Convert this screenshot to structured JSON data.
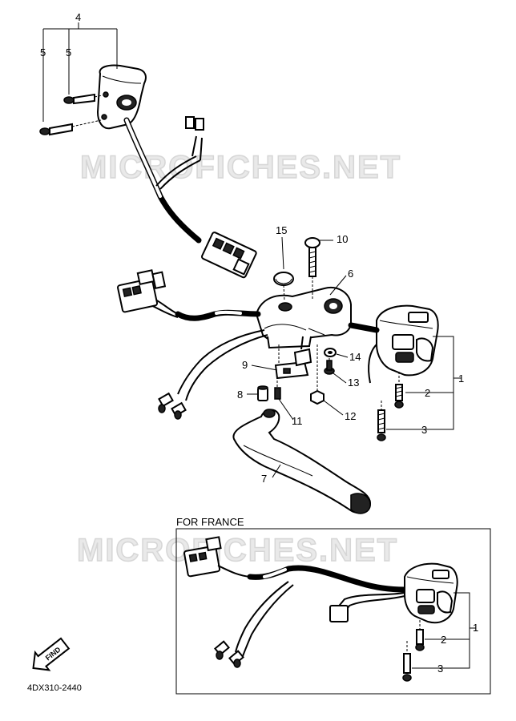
{
  "watermark": "MICROFICHES.NET",
  "inset_title": "FOR FRANCE",
  "find_badge": "FIND",
  "diagram_code": "4DX310-2440",
  "callouts": {
    "c1": "1",
    "c2": "2",
    "c3": "3",
    "c4": "4",
    "c5a": "5",
    "c5b": "5",
    "c6": "6",
    "c7": "7",
    "c8": "8",
    "c9": "9",
    "c10": "10",
    "c11": "11",
    "c12": "12",
    "c13": "13",
    "c14": "14",
    "c15": "15",
    "f1": "1",
    "f2": "2",
    "f3": "3"
  }
}
